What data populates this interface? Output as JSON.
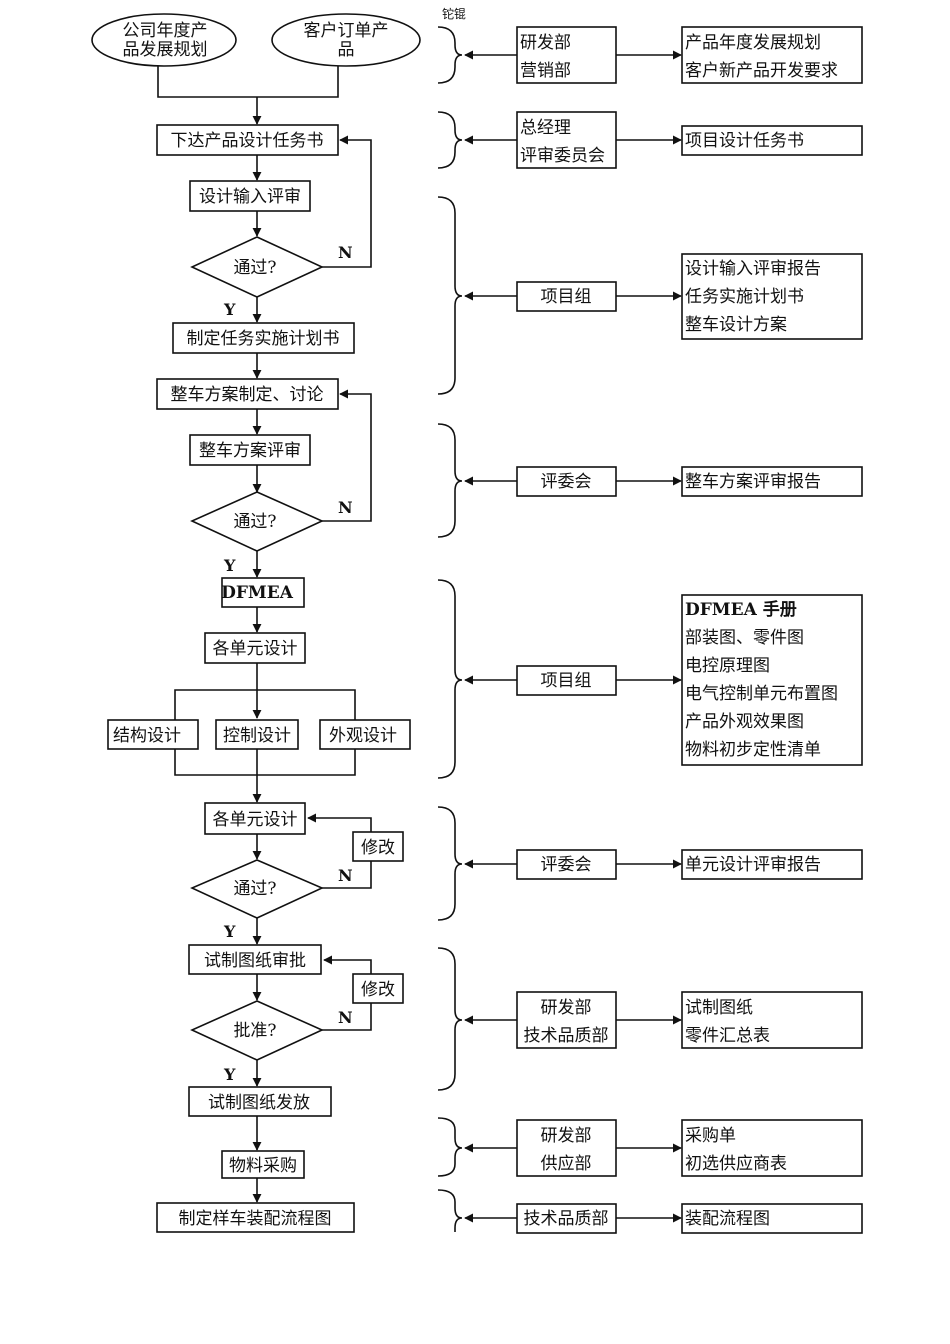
{
  "top_mark": "铊锟",
  "flow": {
    "start_left": [
      "公司年度产",
      "品发展规划"
    ],
    "start_right": [
      "客户订单产",
      "品"
    ],
    "issue_task": "下达产品设计任务书",
    "input_review": "设计输入评审",
    "pass_q": "通过?",
    "approve_q": "批准?",
    "yes": "Y",
    "no": "N",
    "make_plan": "制定任务实施计划书",
    "vehicle_scheme": "整车方案制定、讨论",
    "scheme_review": "整车方案评审",
    "dfmea": "DFMEA",
    "unit_design": "各单元设计",
    "struct_design": "结构设计",
    "control_design": "控制设计",
    "appearance_design": "外观设计",
    "modify": "修改",
    "drawing_approval": "试制图纸审批",
    "drawing_release": "试制图纸发放",
    "purchase": "物料采购",
    "assembly_flow": "制定样车装配流程图"
  },
  "responsible": {
    "r1": [
      "研发部",
      "营销部"
    ],
    "r2": [
      "总经理",
      "评审委员会"
    ],
    "r3": [
      "项目组"
    ],
    "r4": [
      "评委会"
    ],
    "r5": [
      "项目组"
    ],
    "r6": [
      "评委会"
    ],
    "r7": [
      "研发部",
      "技术品质部"
    ],
    "r8": [
      "研发部",
      "供应部"
    ],
    "r9": [
      "技术品质部"
    ]
  },
  "outputs": {
    "o1": [
      "产品年度发展规划",
      "客户新产品开发要求"
    ],
    "o2": [
      "项目设计任务书"
    ],
    "o3": [
      "设计输入评审报告",
      "任务实施计划书",
      "整车设计方案"
    ],
    "o4": [
      "整车方案评审报告"
    ],
    "o5": [
      "DFMEA 手册",
      "部装图、零件图",
      "电控原理图",
      "电气控制单元布置图",
      "产品外观效果图",
      "物料初步定性清单"
    ],
    "o6": [
      "单元设计评审报告"
    ],
    "o7": [
      "试制图纸",
      "零件汇总表"
    ],
    "o8": [
      "采购单",
      "初选供应商表"
    ],
    "o9": [
      "装配流程图"
    ]
  }
}
